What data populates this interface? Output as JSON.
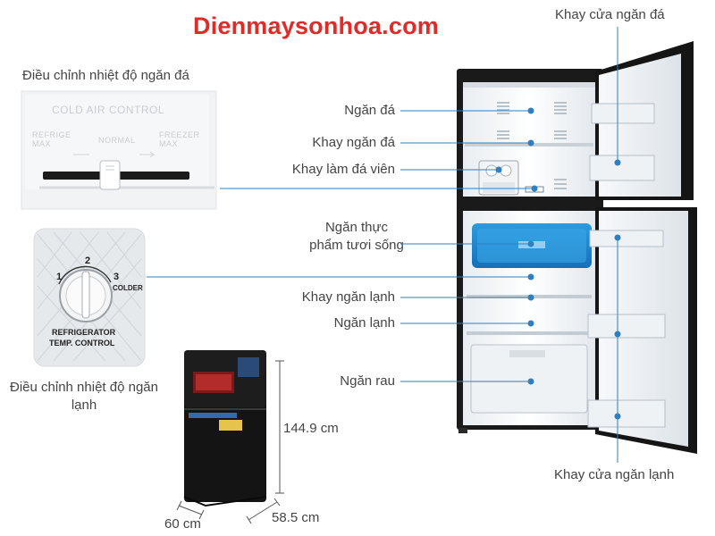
{
  "brand": "Dienmaysonhoa.com",
  "labels": {
    "freezer_control": "Điều chỉnh nhiệt độ ngăn đá",
    "fridge_control": "Điều chỉnh nhiệt độ ngăn lạnh",
    "freezer_door_tray": "Khay cửa ngăn đá",
    "freezer": "Ngăn đá",
    "freezer_tray": "Khay ngăn đá",
    "ice_tray": "Khay làm đá viên",
    "fresh_food": "Ngăn thực phẩm tươi sống",
    "fridge_tray": "Khay ngăn lạnh",
    "fridge": "Ngăn lạnh",
    "vegetable": "Ngăn rau",
    "fridge_door_tray": "Khay cửa ngăn lạnh"
  },
  "freezer_panel": {
    "title": "COLD AIR CONTROL",
    "left": "REFRIGE MAX",
    "mid": "NORMAL",
    "right": "FREEZER MAX"
  },
  "fridge_panel": {
    "dial_1": "1",
    "dial_2": "2",
    "dial_3": "3",
    "colder": "COLDER",
    "caption_1": "REFRIGERATOR",
    "caption_2": "TEMP. CONTROL"
  },
  "dimensions": {
    "height": "144.9 cm",
    "width": "60 cm",
    "depth": "58.5 cm"
  },
  "colors": {
    "brand": "#e02b2b",
    "leader_line": "#2f7fc1",
    "fridge_body": "#1a1a1a"
  }
}
